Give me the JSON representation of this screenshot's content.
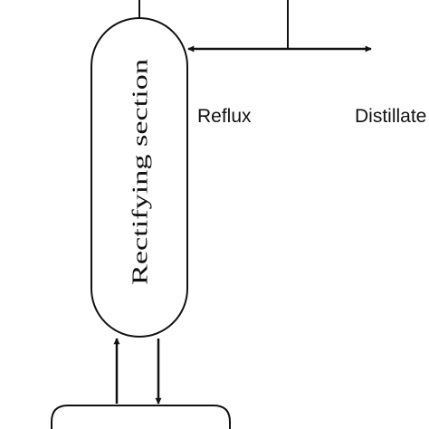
{
  "diagram": {
    "column_label": "Rectifying section",
    "reflux_label": "Reflux",
    "distillate_label": "Distillate"
  },
  "colors": {
    "stroke": "#111111",
    "background": "#ffffff"
  }
}
